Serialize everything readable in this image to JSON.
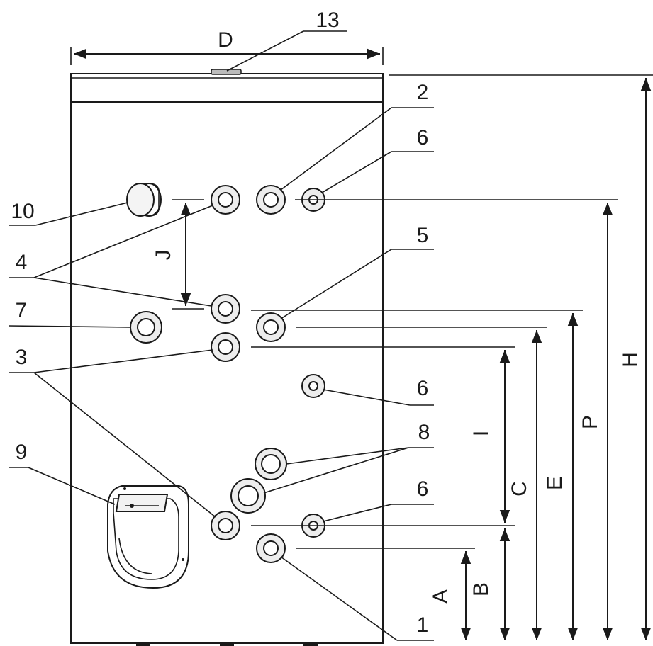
{
  "callouts": {
    "c1": "1",
    "c2": "2",
    "c3": "3",
    "c4": "4",
    "c5": "5",
    "c6a": "6",
    "c6b": "6",
    "c6c": "6",
    "c7": "7",
    "c8": "8",
    "c9": "9",
    "c10": "10",
    "c13": "13"
  },
  "dimensions": {
    "D": "D",
    "H": "H",
    "P": "P",
    "E": "E",
    "C": "C",
    "B": "B",
    "A": "A",
    "I": "I",
    "J": "J"
  }
}
